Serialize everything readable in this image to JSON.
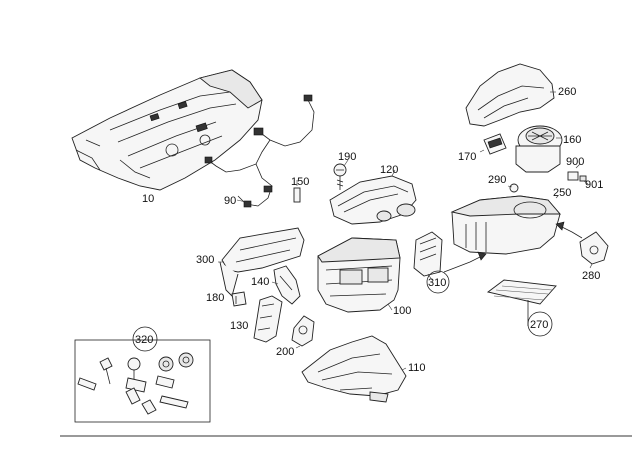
{
  "callouts": {
    "c10": "10",
    "c90": "90",
    "c100": "100",
    "c110": "110",
    "c120": "120",
    "c130": "130",
    "c140": "140",
    "c150": "150",
    "c160": "160",
    "c170": "170",
    "c180": "180",
    "c190": "190",
    "c200": "200",
    "c250": "250",
    "c260": "260",
    "c270": "270",
    "c280": "280",
    "c290": "290",
    "c300": "300",
    "c310": "310",
    "c320": "320",
    "c900": "900",
    "c901": "901"
  },
  "colors": {
    "line": "#222222",
    "background": "#ffffff"
  }
}
